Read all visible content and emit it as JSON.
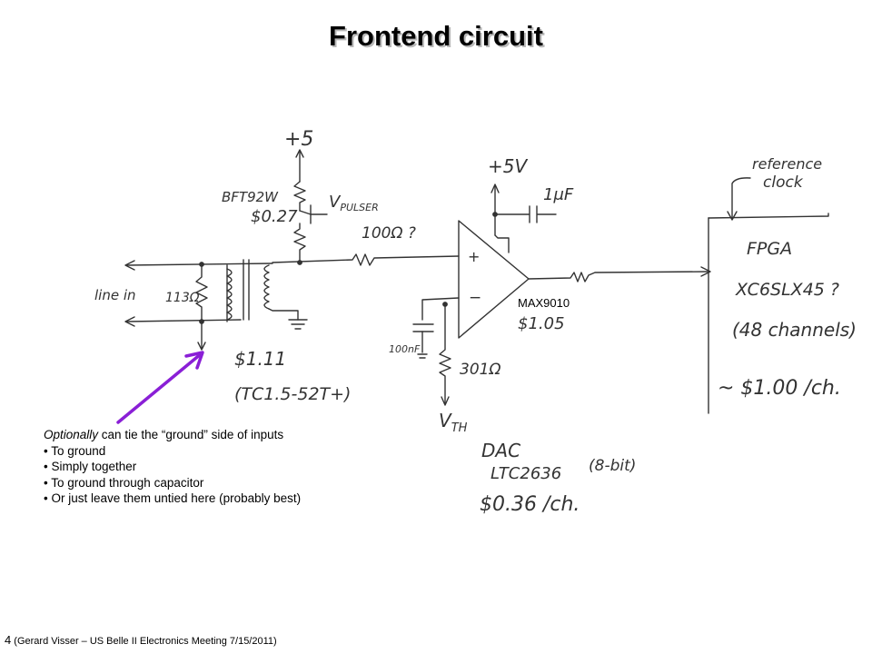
{
  "title": "Frontend circuit",
  "sketch": {
    "plus5_left": "+5",
    "bft92w": "BFT92W",
    "price_bft": "$0.27",
    "vpulser_v": "V",
    "vpulser_sub": "PULSER",
    "r100": "100Ω ?",
    "plus5v": "+5V",
    "cap1uf": "1μF",
    "reference_clock_1": "reference",
    "reference_clock_2": "clock",
    "fpga": "FPGA",
    "fpga_part": "XC6SLX45 ?",
    "fpga_channels": "(48 channels)",
    "fpga_price": "~ $1.00 /ch.",
    "line_in": "line in",
    "r113": "113Ω",
    "opamp_plus": "+",
    "opamp_minus": "−",
    "max9010": "MAX9010",
    "max_price": "$1.05",
    "cap100nf": "100nF",
    "r301": "301Ω",
    "vth_v": "V",
    "vth_sub": "TH",
    "xfmr_price": "$1.11",
    "xfmr_part": "(TC1.5-52T+)",
    "dac": "DAC",
    "dac_part": "LTC2636",
    "dac_bits": "(8-bit)",
    "dac_price": "$0.36 /ch."
  },
  "note": {
    "line1_italic": "Optionally",
    "line1_rest": " can tie the “ground” side of inputs",
    "bullets": [
      "• To ground",
      "• Simply together",
      "• To ground through capacitor",
      "• Or just leave them untied here (probably best)"
    ]
  },
  "footer": {
    "page_number": "4",
    "citation": " (Gerard Visser – US Belle II Electronics Meeting 7/15/2011)"
  },
  "colors": {
    "arrow": "#8a1fd6",
    "ink": "#333333"
  }
}
